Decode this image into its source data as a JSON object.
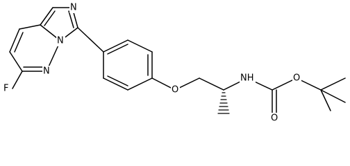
{
  "molecule": {
    "atoms": [
      {
        "id": "N_imidazole",
        "label": "N"
      },
      {
        "id": "N_bridgehead",
        "label": "N"
      },
      {
        "id": "N_pyridazine",
        "label": "N"
      },
      {
        "id": "F",
        "label": "F"
      },
      {
        "id": "O_ether",
        "label": "O"
      },
      {
        "id": "NH",
        "label": "NH"
      },
      {
        "id": "O_carbonyl",
        "label": "O"
      },
      {
        "id": "O_ester",
        "label": "O"
      }
    ]
  }
}
